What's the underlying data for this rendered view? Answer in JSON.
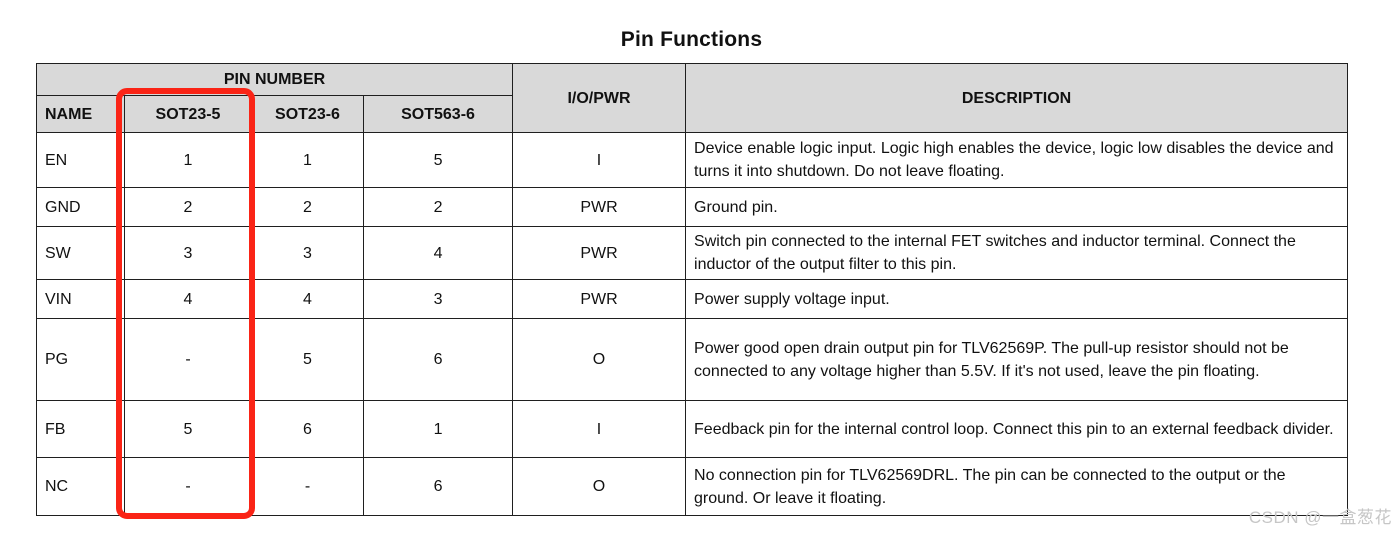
{
  "title": "Pin Functions",
  "table": {
    "header": {
      "pin_number": "PIN NUMBER",
      "name": "NAME",
      "sot23_5": "SOT23-5",
      "sot23_6": "SOT23-6",
      "sot563_6": "SOT563-6",
      "io_pwr": "I/O/PWR",
      "description": "DESCRIPTION"
    },
    "rows": [
      {
        "name": "EN",
        "sot23_5": "1",
        "sot23_6": "1",
        "sot563_6": "5",
        "io": "I",
        "description": "Device enable logic input. Logic high enables the device, logic low disables the device and turns it into shutdown. Do not leave floating."
      },
      {
        "name": "GND",
        "sot23_5": "2",
        "sot23_6": "2",
        "sot563_6": "2",
        "io": "PWR",
        "description": "Ground pin."
      },
      {
        "name": "SW",
        "sot23_5": "3",
        "sot23_6": "3",
        "sot563_6": "4",
        "io": "PWR",
        "description": "Switch pin connected to the internal FET switches and inductor terminal. Connect the inductor of the output filter to this pin."
      },
      {
        "name": "VIN",
        "sot23_5": "4",
        "sot23_6": "4",
        "sot563_6": "3",
        "io": "PWR",
        "description": "Power supply voltage input."
      },
      {
        "name": "PG",
        "sot23_5": "-",
        "sot23_6": "5",
        "sot563_6": "6",
        "io": "O",
        "description": "Power good open drain output pin for TLV62569P. The pull-up resistor should not be connected to any voltage higher than 5.5V. If it's not used, leave the pin floating."
      },
      {
        "name": "FB",
        "sot23_5": "5",
        "sot23_6": "6",
        "sot563_6": "1",
        "io": "I",
        "description": "Feedback pin for the internal control loop. Connect this pin to an external feedback divider."
      },
      {
        "name": "NC",
        "sot23_5": "-",
        "sot23_6": "-",
        "sot563_6": "6",
        "io": "O",
        "description": "No connection pin for TLV62569DRL. The pin can be connected to the output or the ground. Or leave it floating."
      }
    ]
  },
  "highlight": {
    "highlighted_column": "SOT23-5",
    "color": "#fa2416"
  },
  "watermark": "CSDN @一盒葱花",
  "colors": {
    "header_bg": "#d9d9d9",
    "border": "#1f1f1f",
    "text": "#111111"
  }
}
